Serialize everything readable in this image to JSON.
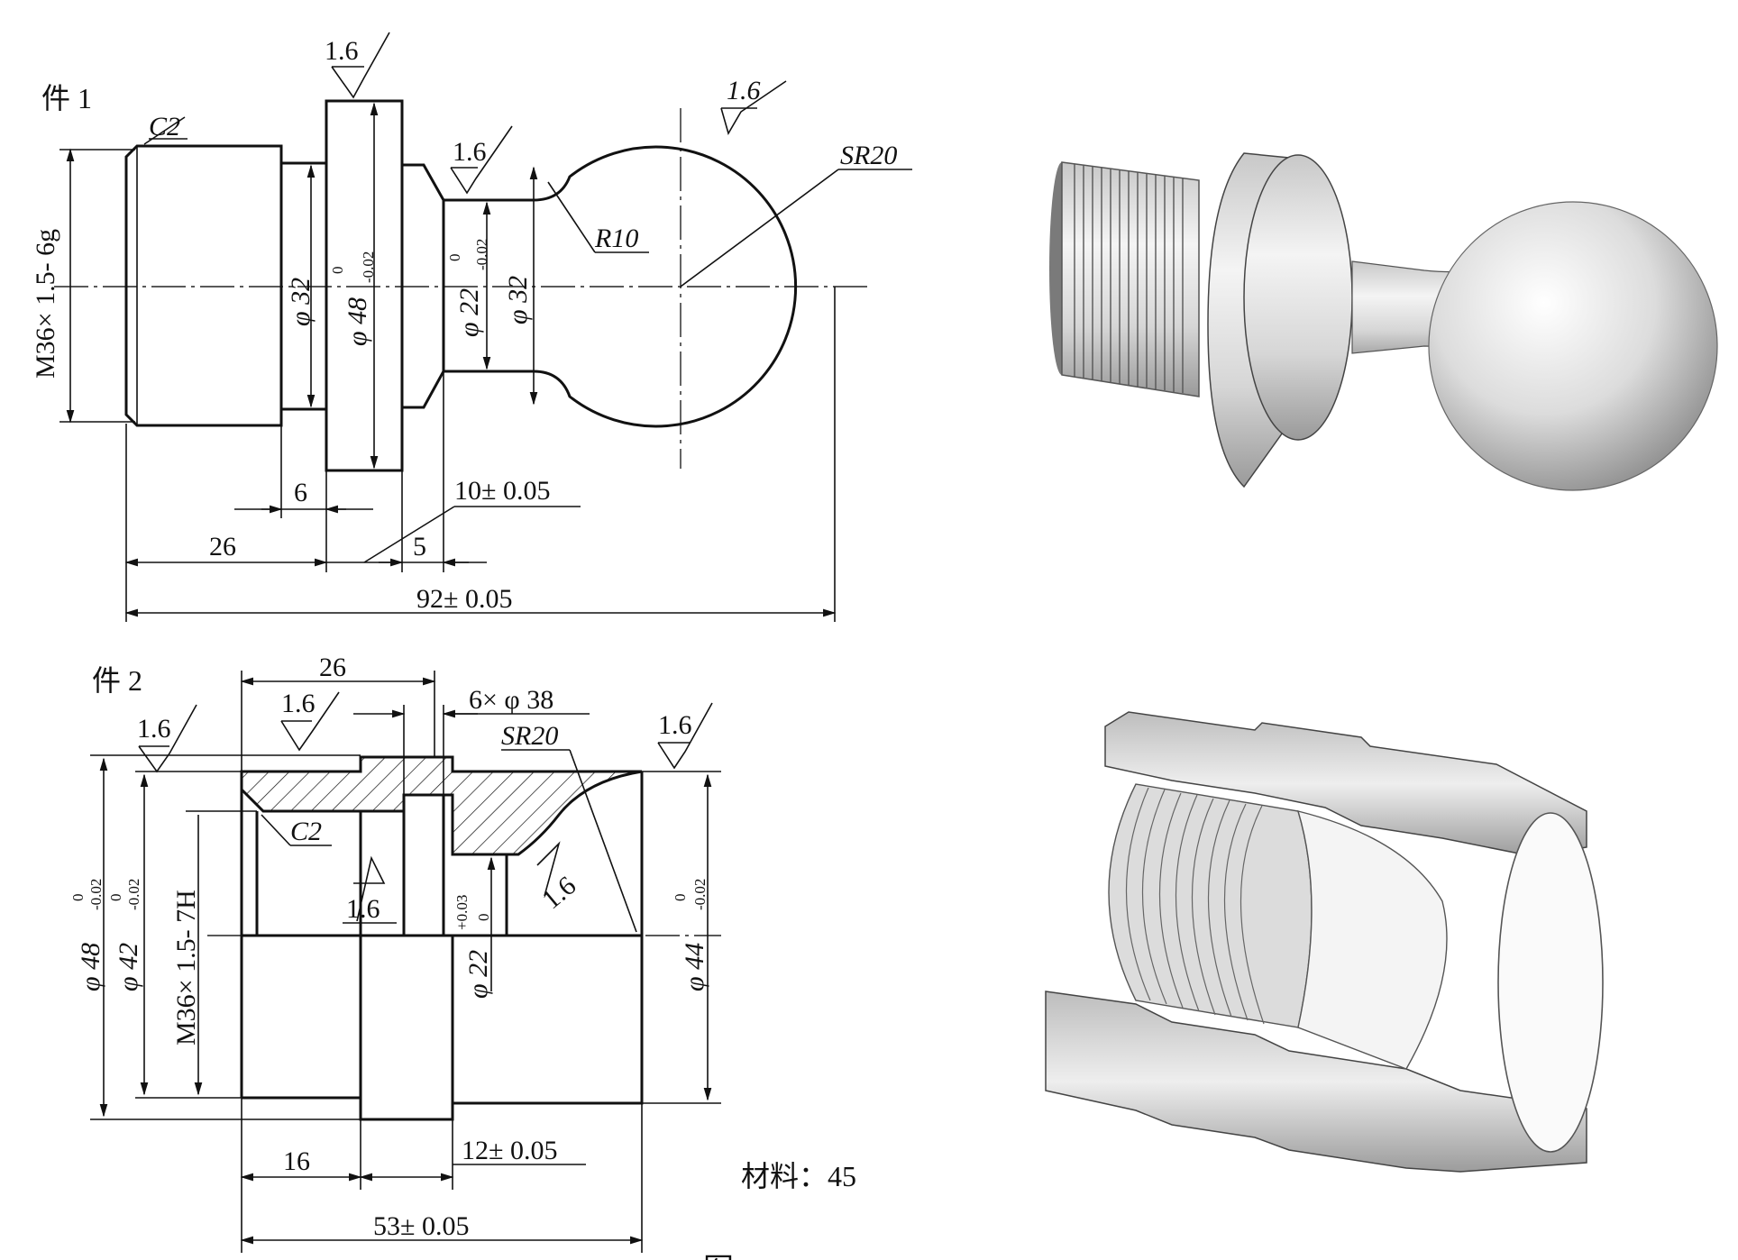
{
  "part1": {
    "label": "件 1",
    "chamfer": "C2",
    "thread": "M36× 1.5- 6g",
    "dia_neck": "φ 32",
    "dia_collar": "φ 48",
    "dia_collar_tol_upper": "0",
    "dia_collar_tol_lower": "-0.02",
    "dia_shank": "φ 22",
    "dia_shank_tol_upper": "0",
    "dia_shank_tol_lower": "-0.02",
    "dia_ball_neck": "φ 32",
    "radius_fillet": "R10",
    "radius_sphere": "SR20",
    "rough_collar": "1.6",
    "rough_shank": "1.6",
    "rough_sphere": "1.6",
    "len_6": "6",
    "len_26": "26",
    "len_5": "5",
    "len_10": "10± 0.05",
    "len_total": "92± 0.05"
  },
  "part2": {
    "label": "件 2",
    "len_26": "26",
    "groove": "6× φ 38",
    "radius_sphere": "SR20",
    "chamfer": "C2",
    "thread": "M36× 1.5- 7H",
    "dia_outer": "φ 48",
    "dia_outer_tol_upper": "0",
    "dia_outer_tol_lower": "-0.02",
    "dia_42": "φ 42",
    "dia_42_tol_upper": "0",
    "dia_42_tol_lower": "-0.02",
    "dia_bore": "φ 22",
    "dia_bore_tol_upper": "+0.03",
    "dia_bore_tol_lower": "0",
    "dia_44": "φ 44",
    "dia_44_tol_upper": "0",
    "dia_44_tol_lower": "-0.02",
    "rough_a": "1.6",
    "rough_b": "1.6",
    "rough_c": "1.6",
    "rough_d": "1.6",
    "rough_e": "1.6",
    "len_16": "16",
    "len_12": "12± 0.05",
    "len_total": "53± 0.05",
    "material": "材料：45"
  },
  "caption": "图"
}
